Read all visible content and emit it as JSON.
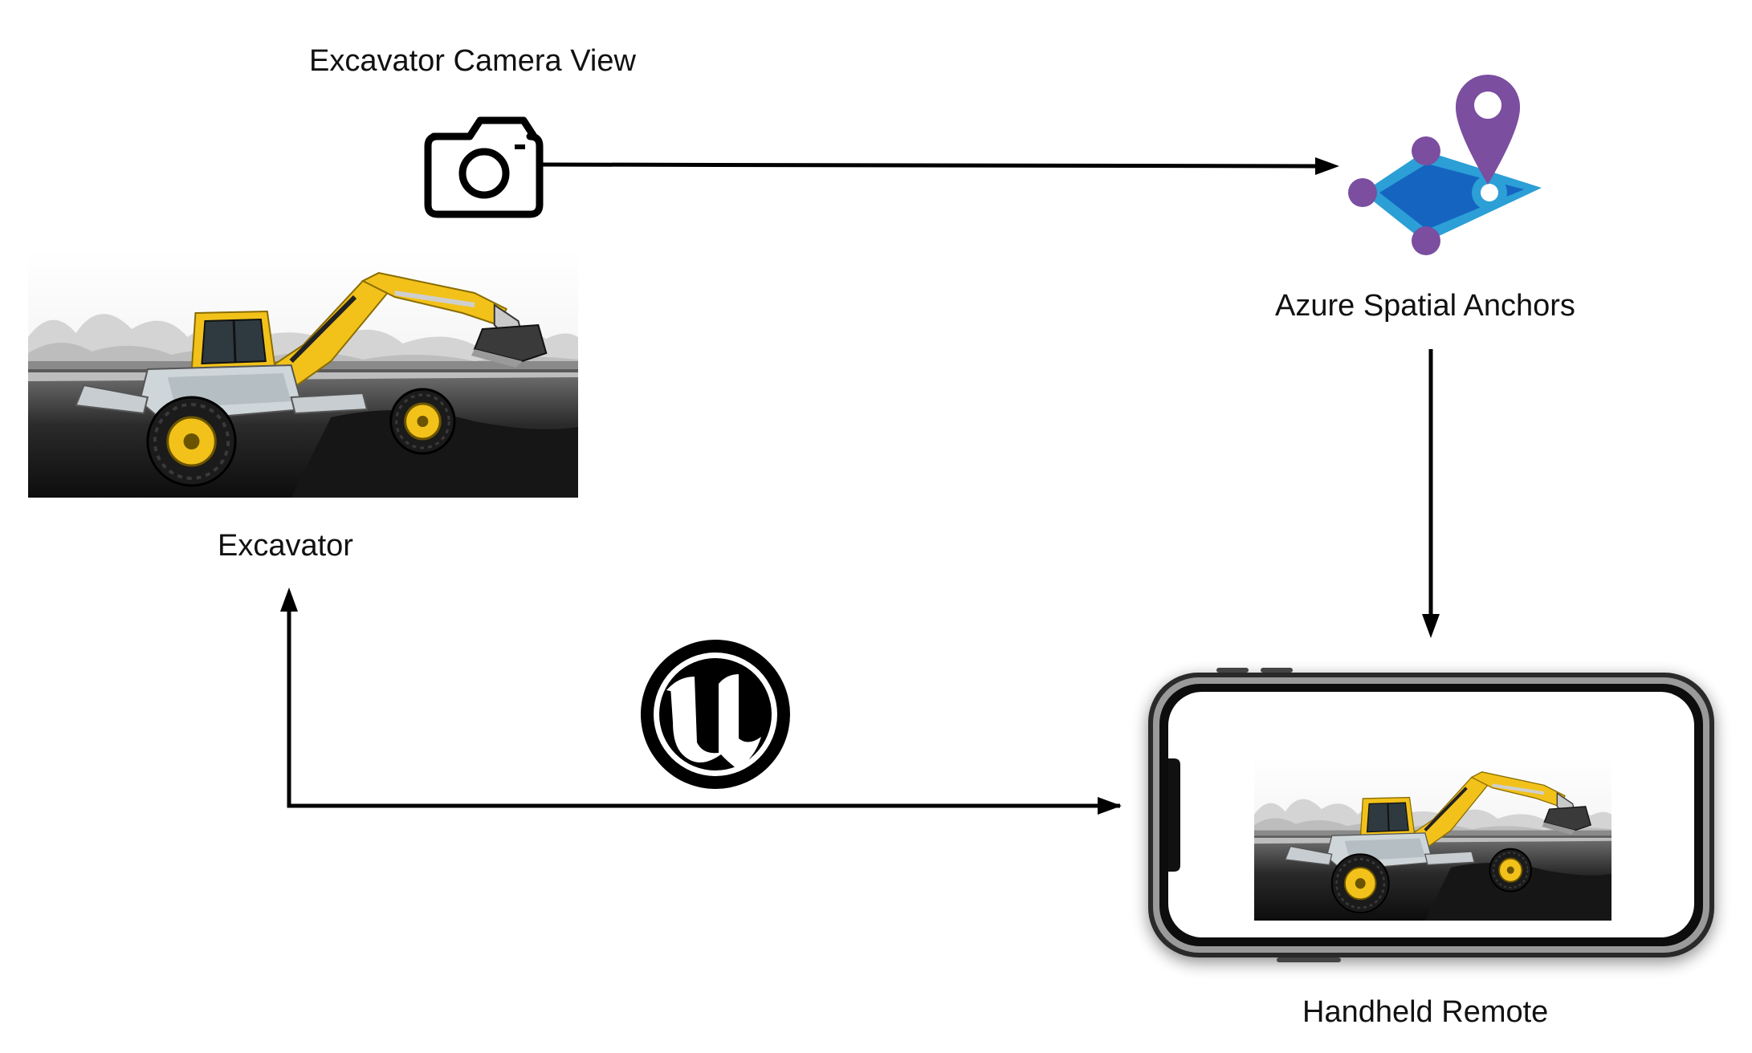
{
  "labels": {
    "camera_view": "Excavator Camera View",
    "anchors": "Azure Spatial Anchors",
    "excavator": "Excavator",
    "remote": "Handheld Remote"
  },
  "icons": {
    "camera": "camera-icon",
    "anchors_logo": "azure-spatial-anchors-logo",
    "unreal_logo": "unreal-engine-logo",
    "excavator_photo": "excavator-photo",
    "phone": "smartphone-frame"
  },
  "colors": {
    "arrow": "#000000",
    "anchor_fill": "#1565c0",
    "anchor_border": "#2b9fd6",
    "anchor_pin": "#7b4ea0",
    "excavator_body": "#f2c21b",
    "ground": "#1a1a1a"
  },
  "connections": [
    {
      "from": "camera",
      "to": "anchors"
    },
    {
      "from": "anchors",
      "to": "remote"
    },
    {
      "from": "remote",
      "to": "excavator"
    },
    {
      "from": "excavator",
      "to": "remote"
    }
  ]
}
